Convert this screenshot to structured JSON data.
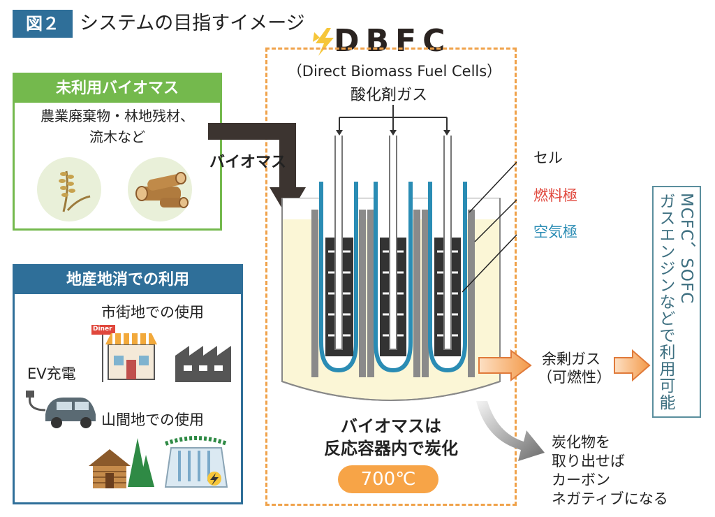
{
  "header": {
    "badge": "図２",
    "title": "システムの目指すイメージ"
  },
  "dbfc": {
    "title": "DBFC",
    "subtitle": "（Direct Biomass Fuel Cells）",
    "oxidant_label": "酸化剤ガス"
  },
  "biomass_box": {
    "heading": "未利用バイオマス",
    "line1": "農業廃棄物・林地残材、",
    "line2": "流木など",
    "arrow_label": "バイオマス"
  },
  "local_box": {
    "heading": "地産地消での利用",
    "city_label": "市街地での使用",
    "ev_label": "EV充電",
    "mountain_label": "山間地での使用",
    "diner_sign": "Diner"
  },
  "cell_labels": {
    "cell": "セル",
    "fuel_electrode": "燃料極",
    "air_electrode": "空気極"
  },
  "outputs": {
    "surplus_gas_line1": "余剰ガス",
    "surplus_gas_line2": "（可燃性）",
    "usage_vertical_line1": "MCFC、SOFC",
    "usage_vertical_line2": "ガスエンジンなどで利用可能",
    "char_line1": "炭化物を",
    "char_line2": "取り出せば",
    "char_line3": "カーボン",
    "char_line4": "ネガティブになる"
  },
  "reactor": {
    "caption_line1": "バイオマスは",
    "caption_line2": "反応容器内で炭化",
    "temperature": "700℃"
  },
  "colors": {
    "badge_blue": "#2f6f99",
    "green": "#74b94d",
    "dash_orange": "#f0a24a",
    "fuel_red": "#e0473c",
    "air_teal": "#2a8cb4",
    "liquid": "#fbf6d6",
    "temp_orange": "#f7a447"
  }
}
